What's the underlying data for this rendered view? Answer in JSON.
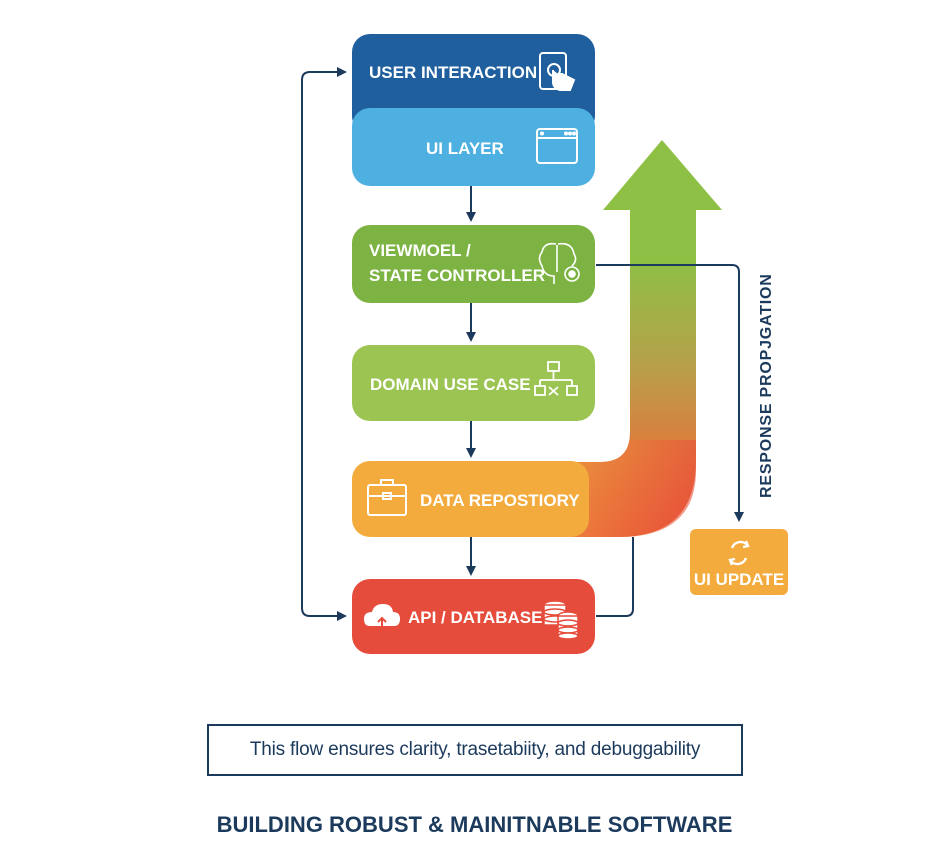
{
  "diagram": {
    "layers": [
      {
        "id": "user-interaction",
        "label": "USER INTERACTION",
        "icon": "touch-tablet-icon",
        "color": "#1f5f9e"
      },
      {
        "id": "ui-layer",
        "label": "UI LAYER",
        "icon": "browser-window-icon",
        "color": "#4db0e0"
      },
      {
        "id": "viewmodel",
        "label_line1": "VIEWMOEL /",
        "label_line2": "STATE CONTROLLER",
        "icon": "brain-gear-icon",
        "color": "#7cb342"
      },
      {
        "id": "domain",
        "label": "DOMAIN USE CASE",
        "icon": "hierarchy-icon",
        "color": "#9bc453"
      },
      {
        "id": "data-repo",
        "label": "DATA REPOSTIORY",
        "icon": "toolbox-icon",
        "color": "#f2ab3c"
      },
      {
        "id": "api-db",
        "label": "API / DATABASE",
        "icon": "cloud-upload-icon",
        "icon2": "database-icon",
        "color": "#e64c3c"
      }
    ],
    "response_label": "RESPONSE PROPJGATION",
    "ui_update_label": "UI UPDATE",
    "ui_update_icon": "refresh-icon",
    "ui_update_color": "#f2ab3c",
    "line_color": "#1b3a5c",
    "arrow_gradient": {
      "top": "#8dc044",
      "bottom": "#e8483a"
    }
  },
  "caption": "This flow ensures clarity, trasetabiity, and debuggability",
  "footer_title": "BUILDING ROBUST & MAINITNABLE SOFTWARE"
}
